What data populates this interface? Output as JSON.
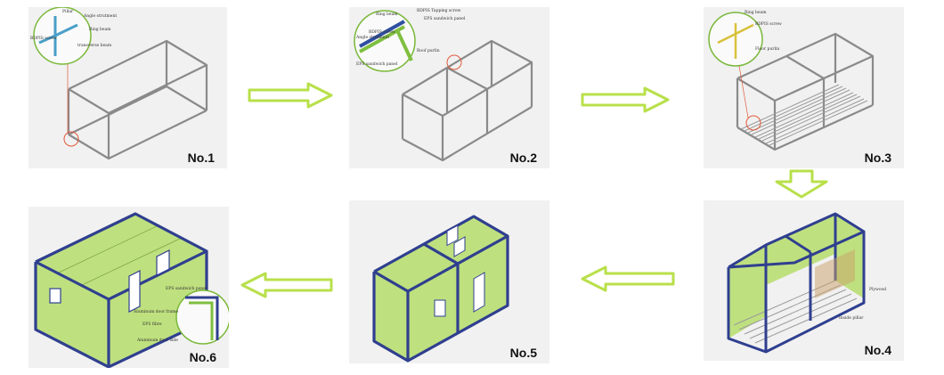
{
  "colors": {
    "panel_bg": "#f1f1f1",
    "frame_line": "#8a8a8a",
    "wall_green": "#bfe07f",
    "frame_blue": "#2f3f8f",
    "arrow_green": "#b8e04a"
  },
  "steps": [
    {
      "label": "No.1",
      "callouts": [
        "Pillar",
        "Angle strutment",
        "Ring beam",
        "BDPIS screw",
        "transverse beam"
      ]
    },
    {
      "label": "No.2",
      "callouts": [
        "Ring beam",
        "BDPIS Tapping screw",
        "EPS sandwich panel",
        "BDPIS screw",
        "Angle strutment",
        "Roof purlin",
        "EPS sandwich panel"
      ]
    },
    {
      "label": "No.3",
      "callouts": [
        "Ring beam",
        "BDPIS screw",
        "Floor purlin"
      ]
    },
    {
      "label": "No.4",
      "callouts": [
        "Plywood",
        "Inside pillar"
      ]
    },
    {
      "label": "No.5",
      "callouts": []
    },
    {
      "label": "No.6",
      "callouts": [
        "EPS sandwich panel",
        "Aluminum door frame",
        "EPS fibre",
        "Aluminum door side"
      ]
    }
  ],
  "arrows": [
    {
      "direction": "right",
      "icon": "arrow-right-icon"
    },
    {
      "direction": "right",
      "icon": "arrow-right-icon"
    },
    {
      "direction": "down",
      "icon": "arrow-down-icon"
    },
    {
      "direction": "left",
      "icon": "arrow-left-icon"
    },
    {
      "direction": "left",
      "icon": "arrow-left-icon"
    }
  ]
}
